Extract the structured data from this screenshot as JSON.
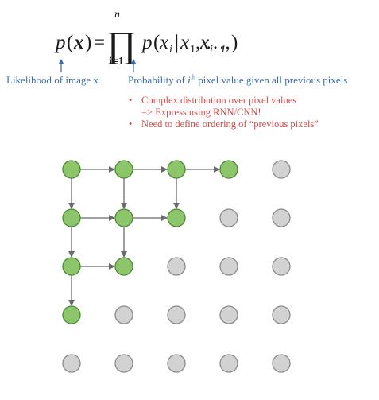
{
  "equation": {
    "lhs_p": "p",
    "lhs_open": "(",
    "lhs_x": "x",
    "lhs_close": ")",
    "equals": "=",
    "product_symbol": "∏",
    "product_upper": "n",
    "product_lower": "i=1",
    "rhs_p": "p",
    "rhs_open": "(",
    "rhs_xi": "x",
    "rhs_i_sub": "i",
    "rhs_bar": "|",
    "rhs_x1": "x",
    "rhs_1_sub": "1",
    "rhs_comma1": ", …, ",
    "rhs_xim1": "x",
    "rhs_im1_sub": "i−1",
    "rhs_close": ")"
  },
  "labels": {
    "likelihood": "Likelihood of image x",
    "probability_pre": "Probability of ",
    "probability_i": "i",
    "probability_sup": "th",
    "probability_post": " pixel value given all previous pixels"
  },
  "bullets": [
    {
      "line1": "Complex distribution over pixel values",
      "line2": "=> Express using RNN/CNN!"
    },
    {
      "line1": "Need to define ordering of “previous pixels”",
      "line2": ""
    }
  ],
  "bullet_symbol": "•",
  "colors": {
    "blue": "#3a6aa6",
    "red": "#d34a4a",
    "active_fill": "#8dc56b",
    "active_stroke": "#4d8a36",
    "inactive_fill": "#d2d2d2",
    "inactive_stroke": "#8a8a8a",
    "arrow": "#6a6a6a"
  },
  "grid": {
    "rows": 5,
    "cols": 5,
    "active": [
      [
        true,
        true,
        true,
        true,
        false
      ],
      [
        true,
        true,
        true,
        false,
        false
      ],
      [
        true,
        true,
        false,
        false,
        false
      ],
      [
        true,
        false,
        false,
        false,
        false
      ],
      [
        false,
        false,
        false,
        false,
        false
      ]
    ],
    "arrows": [
      {
        "from": [
          0,
          0
        ],
        "to": [
          0,
          1
        ]
      },
      {
        "from": [
          0,
          1
        ],
        "to": [
          0,
          2
        ]
      },
      {
        "from": [
          0,
          2
        ],
        "to": [
          0,
          3
        ]
      },
      {
        "from": [
          0,
          0
        ],
        "to": [
          1,
          0
        ]
      },
      {
        "from": [
          0,
          1
        ],
        "to": [
          1,
          1
        ]
      },
      {
        "from": [
          0,
          2
        ],
        "to": [
          1,
          2
        ]
      },
      {
        "from": [
          1,
          0
        ],
        "to": [
          1,
          1
        ]
      },
      {
        "from": [
          1,
          1
        ],
        "to": [
          1,
          2
        ]
      },
      {
        "from": [
          1,
          0
        ],
        "to": [
          2,
          0
        ]
      },
      {
        "from": [
          1,
          1
        ],
        "to": [
          2,
          1
        ]
      },
      {
        "from": [
          2,
          0
        ],
        "to": [
          2,
          1
        ]
      },
      {
        "from": [
          2,
          0
        ],
        "to": [
          3,
          0
        ]
      }
    ]
  }
}
